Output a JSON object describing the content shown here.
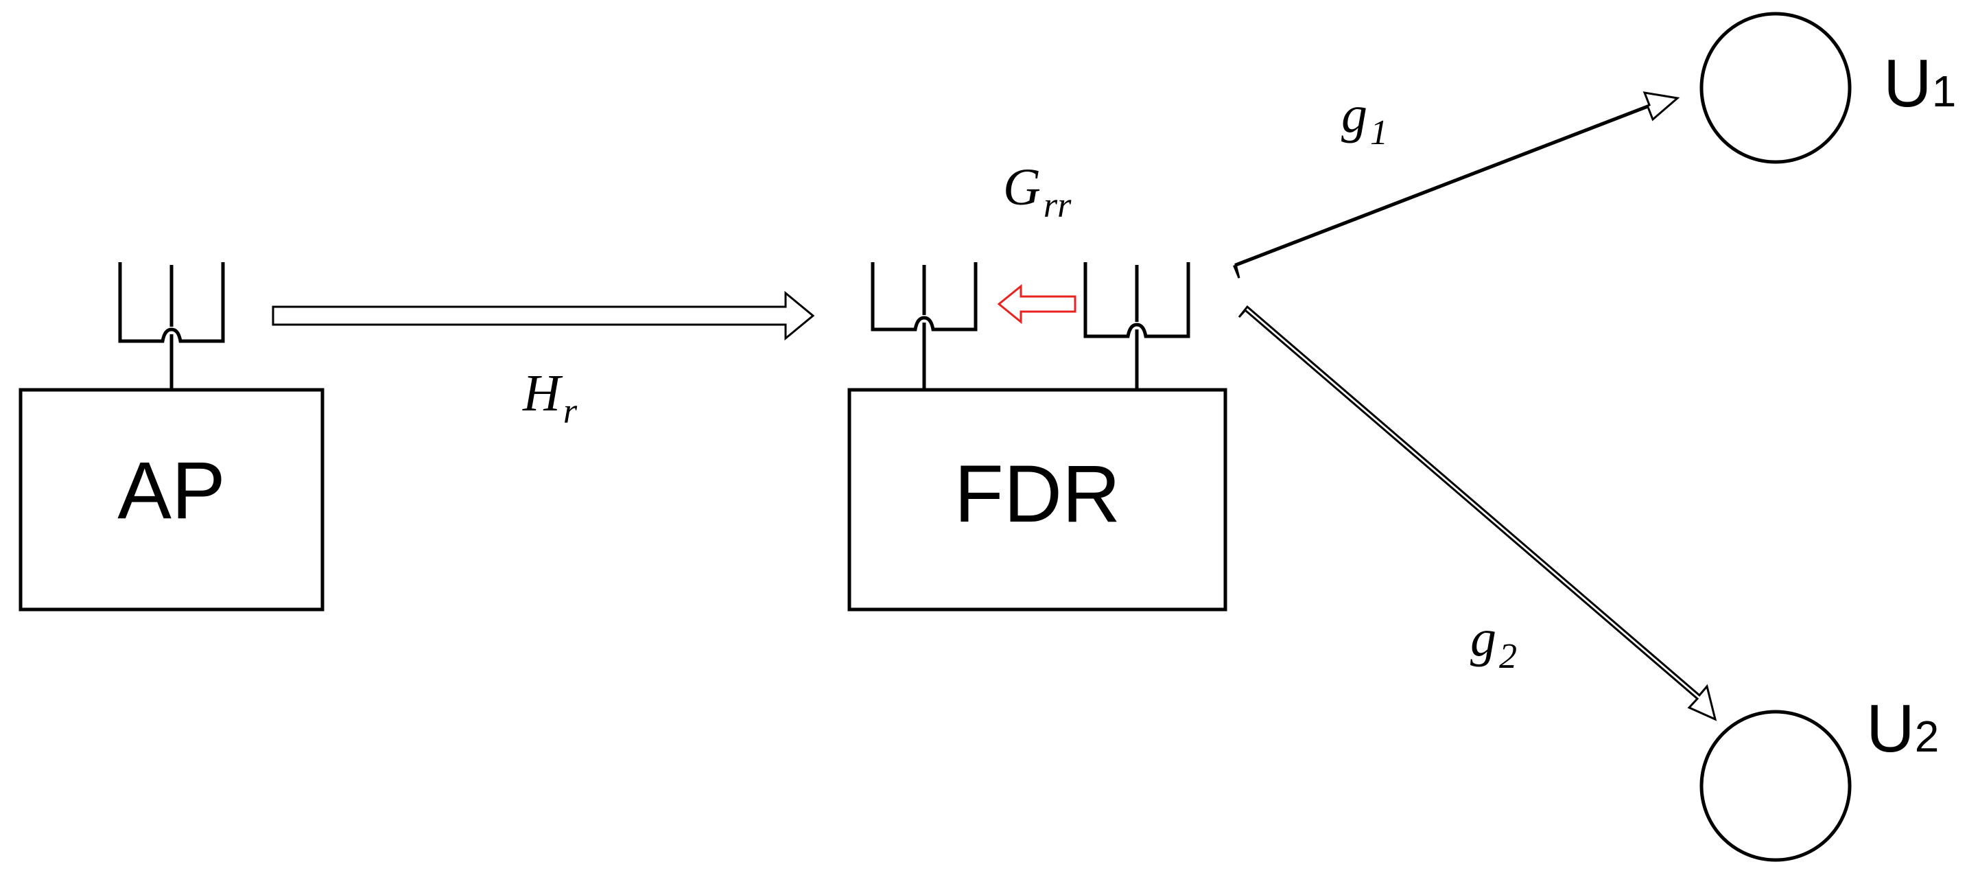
{
  "nodes": {
    "ap": {
      "label": "AP"
    },
    "fdr": {
      "label": "FDR"
    },
    "user1": {
      "label": "U",
      "subscript": "1"
    },
    "user2": {
      "label": "U",
      "subscript": "2"
    }
  },
  "channels": {
    "h_r": {
      "symbol": "H",
      "subscript": "r"
    },
    "g_rr": {
      "symbol": "G",
      "subscript": "rr"
    },
    "g_1": {
      "symbol": "g",
      "subscript": "1"
    },
    "g_2": {
      "symbol": "g",
      "subscript": "2"
    }
  },
  "colors": {
    "line": "#000000",
    "self_interference": "#e8231f",
    "background": "#ffffff"
  }
}
